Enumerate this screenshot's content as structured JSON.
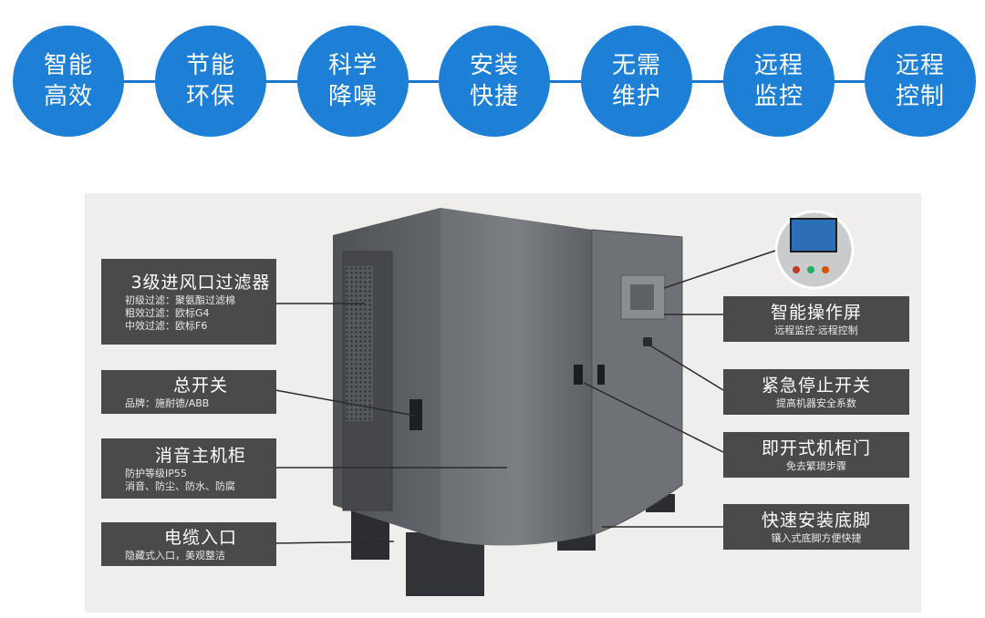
{
  "features": [
    {
      "line1": "智能",
      "line2": "高效"
    },
    {
      "line1": "节能",
      "line2": "环保"
    },
    {
      "line1": "科学",
      "line2": "降噪"
    },
    {
      "line1": "安装",
      "line2": "快捷"
    },
    {
      "line1": "无需",
      "line2": "维护"
    },
    {
      "line1": "远程",
      "line2": "监控"
    },
    {
      "line1": "远程",
      "line2": "控制"
    }
  ],
  "left_labels": [
    {
      "title": "3级进风口过滤器",
      "lines": [
        "初级过滤：聚氨酯过滤棉",
        "粗效过滤：欧标G4",
        "中效过滤：欧标F6"
      ]
    },
    {
      "title": "总开关",
      "lines": [
        "品牌：施耐德/ABB"
      ]
    },
    {
      "title": "消音主机柜",
      "lines": [
        "防护等级IP55",
        "消音、防尘、防水、防腐"
      ]
    },
    {
      "title": "电缆入口",
      "lines": [
        "隐藏式入口，美观整洁"
      ]
    }
  ],
  "right_labels": [
    {
      "title": "智能操作屏",
      "sub": "远程监控·远程控制"
    },
    {
      "title": "紧急停止开关",
      "sub": "提高机器安全系数"
    },
    {
      "title": "即开式机柜门",
      "sub": "免去繁琐步骤"
    },
    {
      "title": "快速安装底脚",
      "sub": "镶入式底脚方便快捷"
    }
  ],
  "colors": {
    "accent_blue": "#1e7fd6",
    "label_bg": "#4a4a4a",
    "panel_bg": "#efeeec"
  }
}
